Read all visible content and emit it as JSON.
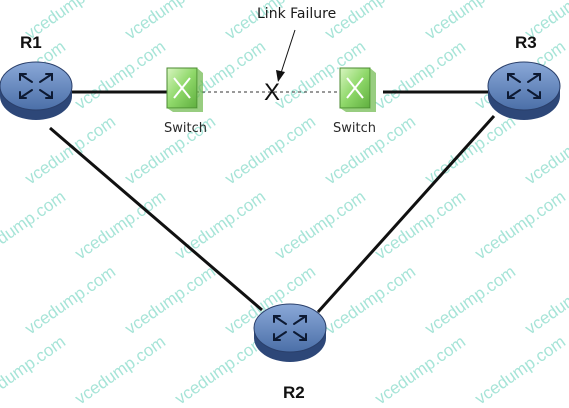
{
  "diagram": {
    "annotation": "Link Failure",
    "failure_mark": "X",
    "routers": [
      {
        "id": "r1",
        "label": "R1"
      },
      {
        "id": "r2",
        "label": "R2"
      },
      {
        "id": "r3",
        "label": "R3"
      }
    ],
    "switches": [
      {
        "id": "sw-left",
        "label": "Switch"
      },
      {
        "id": "sw-right",
        "label": "Switch"
      }
    ],
    "links": [
      {
        "from": "r1",
        "to": "sw-left",
        "state": "up"
      },
      {
        "from": "sw-left",
        "to": "sw-right",
        "state": "failed"
      },
      {
        "from": "sw-right",
        "to": "r3",
        "state": "up"
      },
      {
        "from": "r1",
        "to": "r2",
        "state": "up"
      },
      {
        "from": "r3",
        "to": "r2",
        "state": "up"
      }
    ],
    "watermark": "vcedump.com",
    "colors": {
      "router_fill": "#5b7fb8",
      "router_dark": "#34538a",
      "switch_fill": "#8fd86a",
      "link": "#111111",
      "watermark": "#5fcfb8"
    },
    "icons": {
      "router": "router-icon",
      "switch": "switch-icon"
    }
  }
}
